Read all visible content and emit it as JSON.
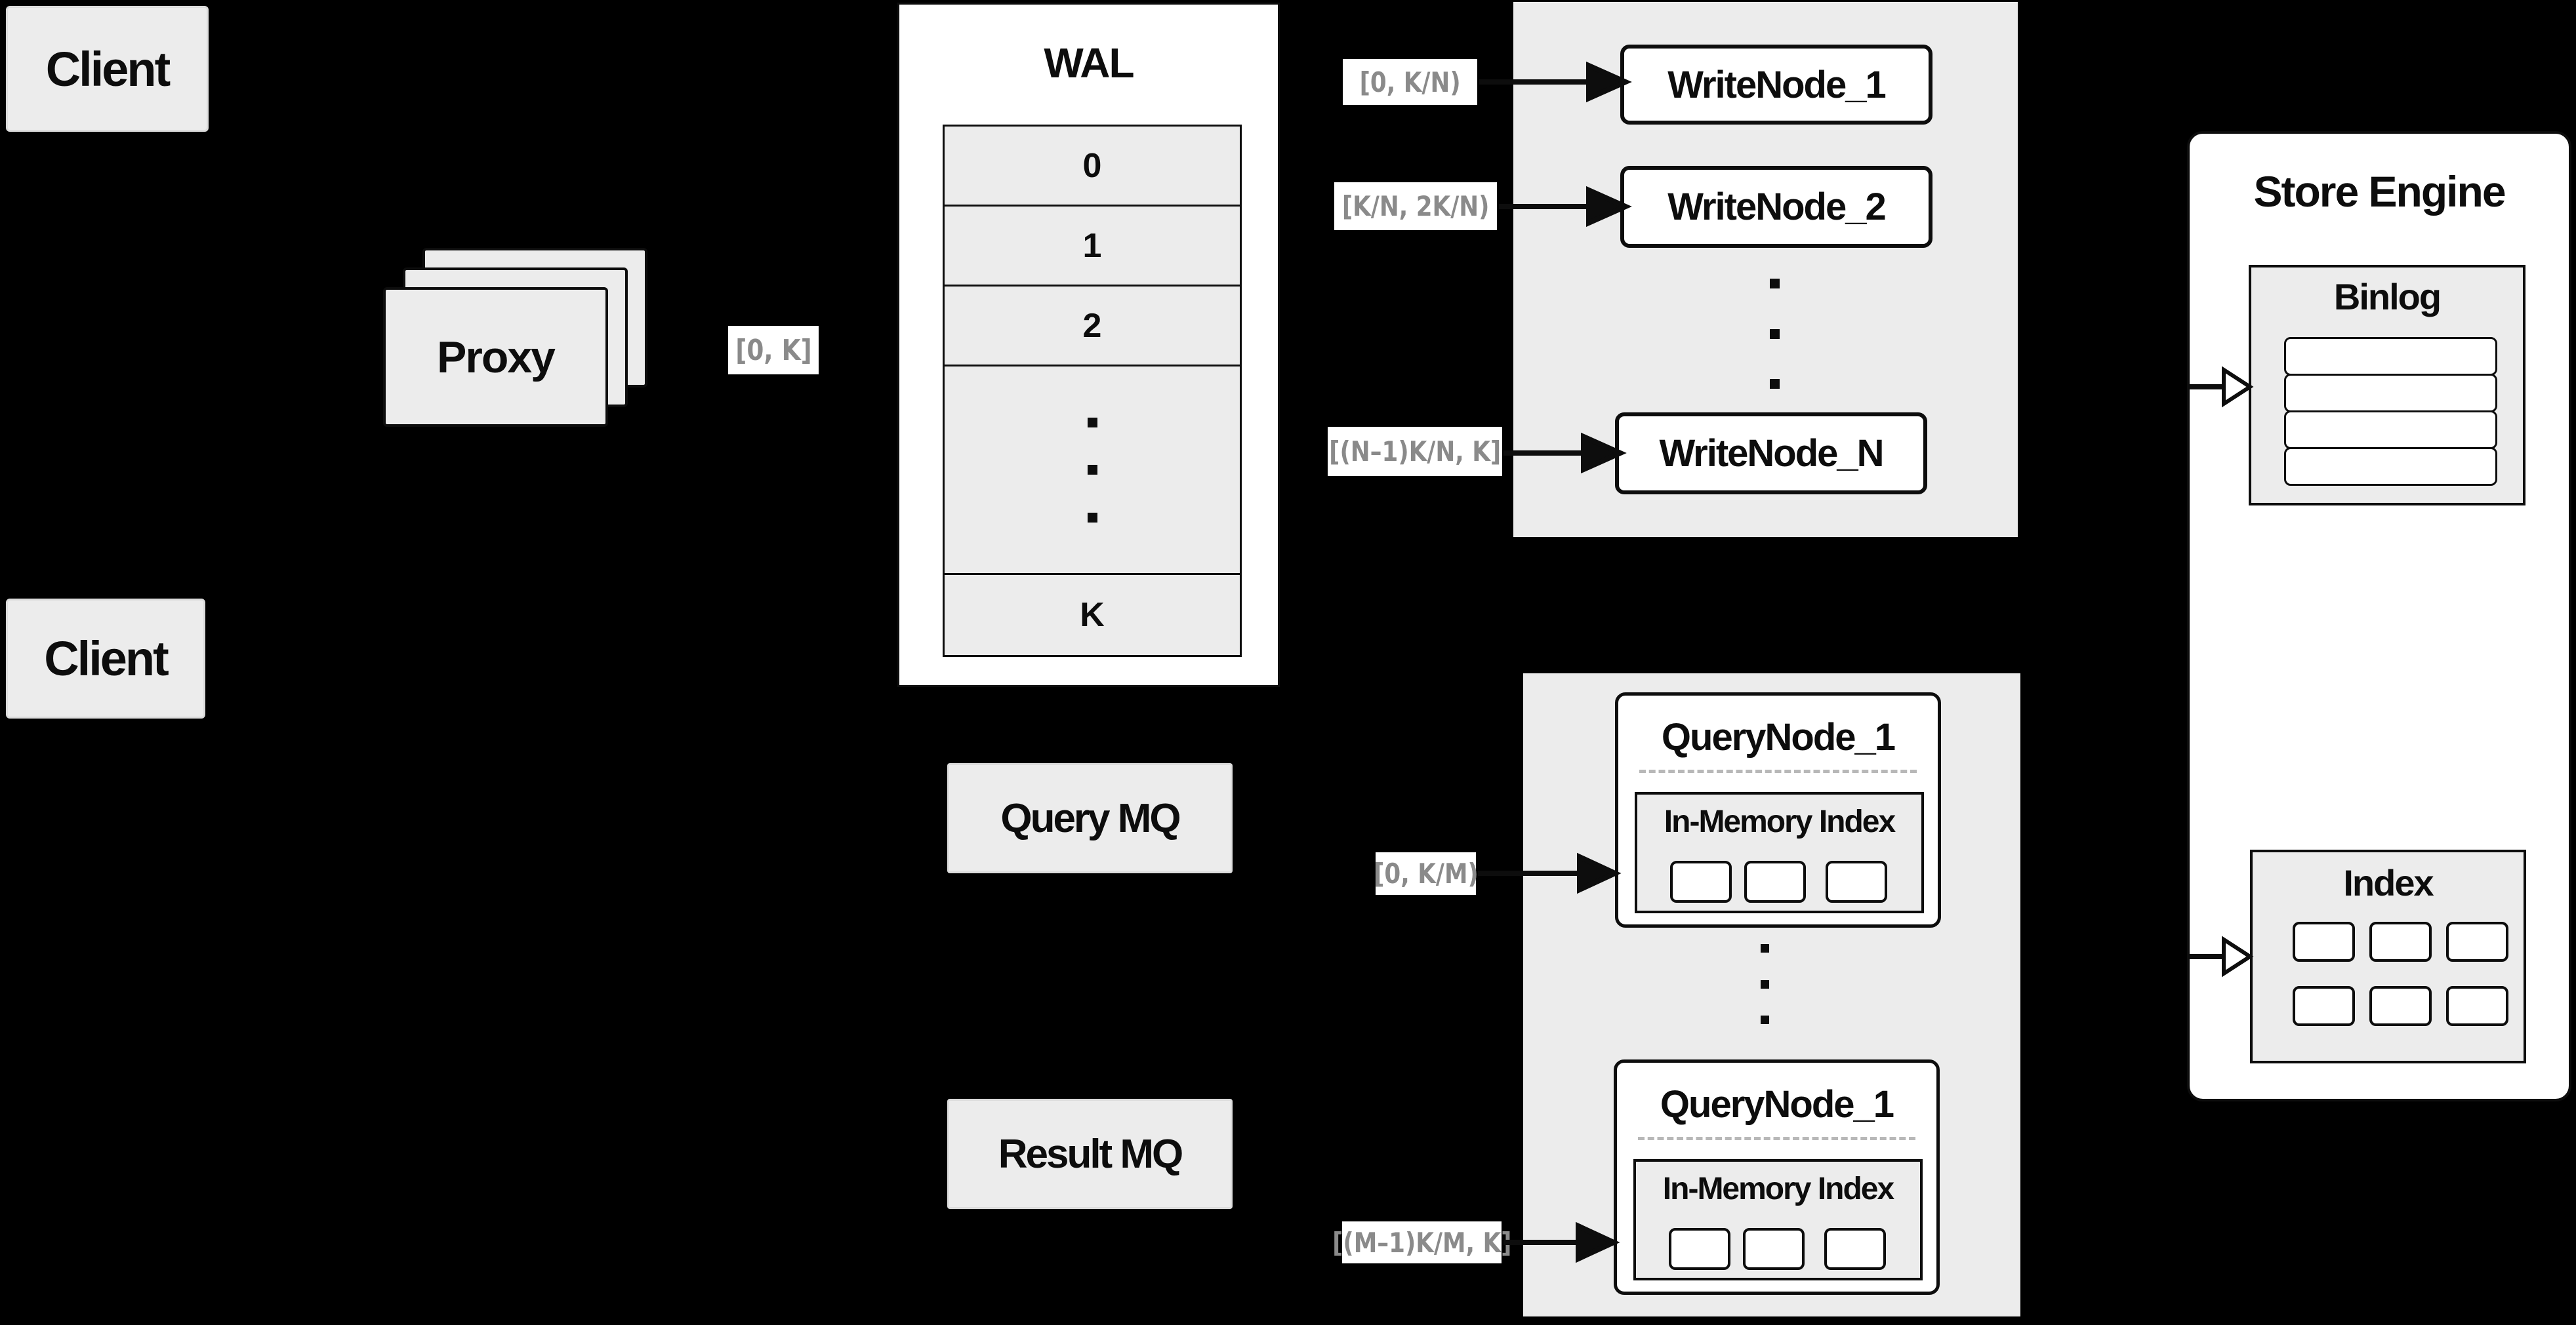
{
  "colors": {
    "background": "#000000",
    "panel_fill": "#ececec",
    "node_fill": "#ffffff",
    "line": "#0d0d0d",
    "range_label_text": "#8a8a8a"
  },
  "clients": {
    "top": "Client",
    "bottom": "Client"
  },
  "proxy": {
    "label": "Proxy",
    "range": "[0, K]"
  },
  "wal": {
    "title": "WAL",
    "segments": [
      "0",
      "1",
      "2"
    ],
    "last_segment": "K"
  },
  "write_group": {
    "ranges": [
      "[0, K/N)",
      "[K/N, 2K/N)",
      "[(N–1)K/N, K]"
    ],
    "nodes": [
      "WriteNode_1",
      "WriteNode_2",
      "WriteNode_N"
    ]
  },
  "mq": {
    "query": "Query MQ",
    "result": "Result MQ"
  },
  "query_group": {
    "ranges": [
      "[0, K/M)",
      "[(M–1)K/M, K]"
    ],
    "nodes": [
      {
        "title": "QueryNode_1",
        "index_label": "In-Memory Index"
      },
      {
        "title": "QueryNode_1",
        "index_label": "In-Memory Index"
      }
    ]
  },
  "store_engine": {
    "title": "Store Engine",
    "binlog_title": "Binlog",
    "index_title": "Index"
  }
}
